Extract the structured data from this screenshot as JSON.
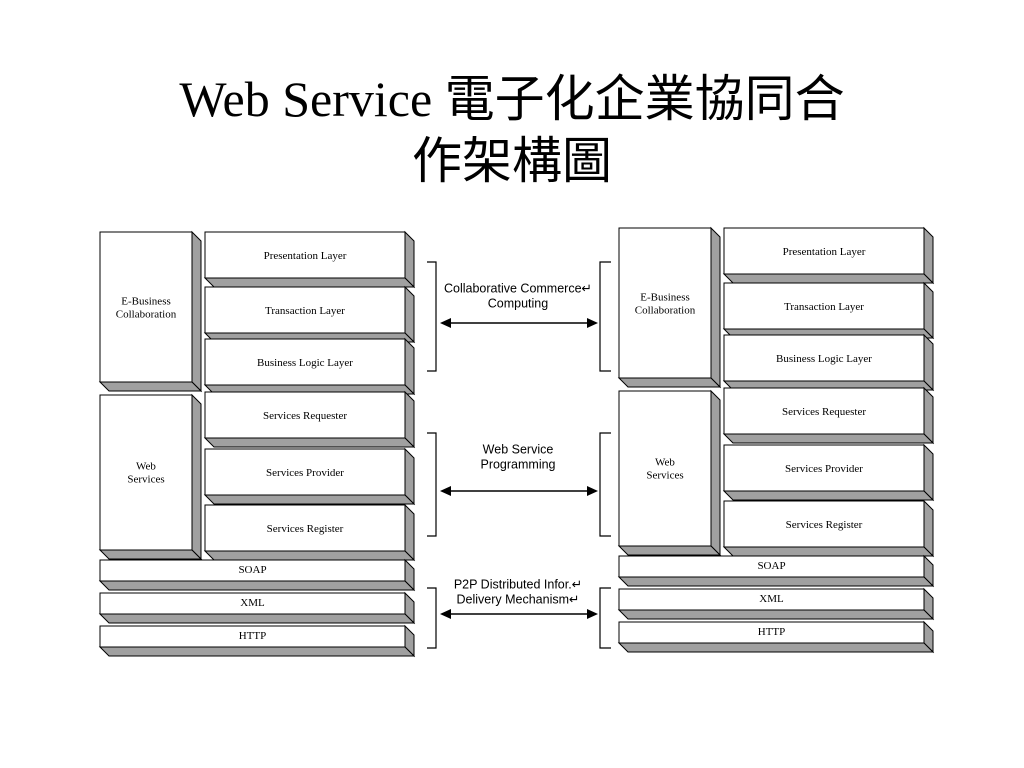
{
  "slide": {
    "title_line1": "Web Service 電子化企業協同合",
    "title_line2": "作架構圖"
  },
  "stack_left": {
    "group_business": "E-Business\nCollaboration",
    "group_web": "Web\nServices",
    "layers": [
      "Presentation Layer",
      "Transaction Layer",
      "Business Logic Layer",
      "Services Requester",
      "Services Provider",
      "Services Register"
    ],
    "protocols": [
      "SOAP",
      "XML",
      "HTTP"
    ]
  },
  "stack_right": {
    "group_business": "E-Business\nCollaboration",
    "group_web": "Web\nServices",
    "layers": [
      "Presentation Layer",
      "Transaction Layer",
      "Business Logic Layer",
      "Services Requester",
      "Services Provider",
      "Services Register"
    ],
    "protocols": [
      "SOAP",
      "XML",
      "HTTP"
    ]
  },
  "connectors": [
    {
      "label": "Collaborative Commerce↵\nComputing"
    },
    {
      "label": "Web Service\nProgramming"
    },
    {
      "label": "P2P Distributed Infor.↵\nDelivery Mechanism↵"
    }
  ],
  "colors": {
    "box_fill": "#ffffff",
    "box_shadow": "#a0a0a0",
    "stroke": "#000000"
  }
}
